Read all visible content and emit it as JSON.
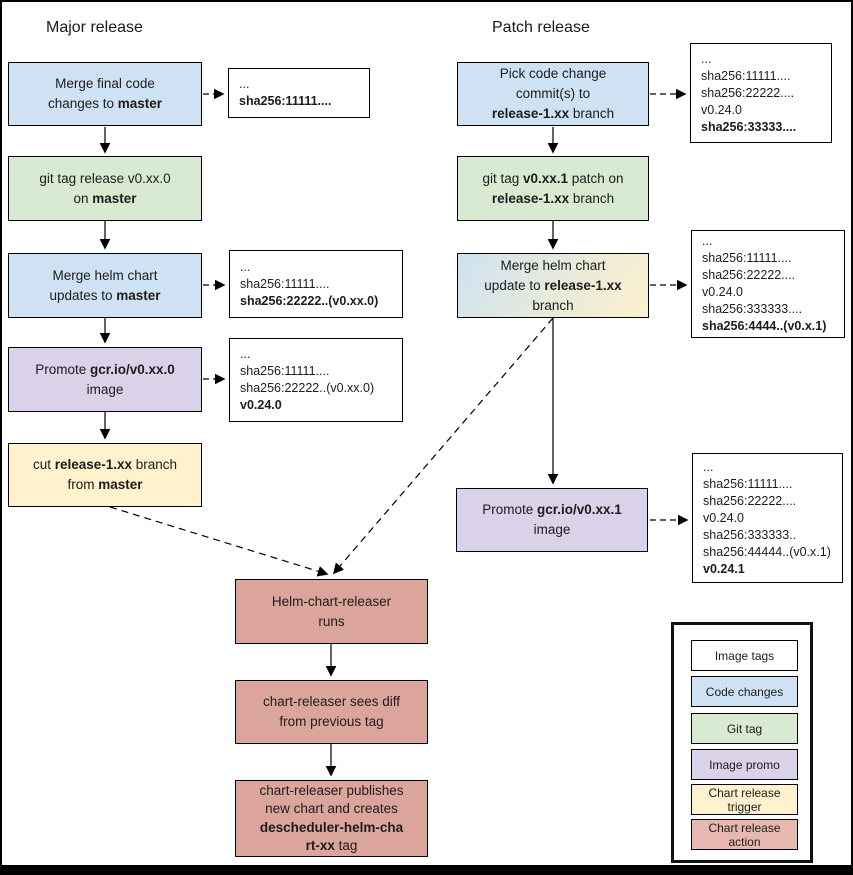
{
  "titles": {
    "major": "Major release",
    "patch": "Patch release"
  },
  "colors": {
    "image_tags": "#ffffff",
    "code_changes": "#cfe2f3",
    "git_tag": "#d9ead3",
    "image_promo": "#d9d2e9",
    "chart_release_trigger": "#fff2cc",
    "chart_release_action": "#dca59b",
    "legend_chart_release_action": "#e6b8af",
    "patch_helm_gradient": "linear-gradient(120deg, #cfe2f3 0%, #e4e9dd 45%, #fdf0cd 100%)",
    "line": "#000000"
  },
  "nodes": {
    "m1": {
      "l1a": "Merge final code",
      "l2a": "changes to ",
      "l2b": "master"
    },
    "m2": {
      "l1a": "git tag release v0.xx.0",
      "l2a": "on ",
      "l2b": "master"
    },
    "m3": {
      "l1a": "Merge helm chart",
      "l2a": "updates to ",
      "l2b": "master"
    },
    "m4": {
      "l1a": "Promote ",
      "l1b": "gcr.io/v0.xx.0",
      "l2a": "image"
    },
    "m5": {
      "l1a": "cut ",
      "l1b": "release-1.xx",
      "l1c": " branch",
      "l2a": "from ",
      "l2b": "master"
    },
    "p1": {
      "l1a": "Pick code change",
      "l2a": "commit(s) to",
      "l3a": "release-1.xx",
      "l3b": " branch"
    },
    "p2": {
      "l1a": "git tag ",
      "l1b": "v0.xx.1",
      "l1c": " patch on",
      "l2a": "release-1.xx",
      "l2b": " branch"
    },
    "p3": {
      "l1a": "Merge helm chart",
      "l2a": "update to ",
      "l2b": "release-1.xx",
      "l3a": "branch"
    },
    "p4": {
      "l1a": "Promote ",
      "l1b": "gcr.io/v0.xx.1",
      "l2a": "image"
    },
    "c1": {
      "l1a": "Helm-chart-releaser",
      "l2a": "runs"
    },
    "c2": {
      "l1a": "chart-releaser sees diff",
      "l2a": "from previous tag"
    },
    "c3": {
      "l1a": "chart-releaser publishes",
      "l2a": "new chart and creates",
      "l3a": "descheduler-helm-cha",
      "l4a": "rt-xx",
      "l4b": " tag"
    }
  },
  "annotations": {
    "a1": {
      "lines": [
        "...",
        "sha256:11111...."
      ]
    },
    "a2": {
      "lines": [
        "...",
        "sha256:11111....",
        "sha256:22222..(v0.xx.0)"
      ]
    },
    "a3": {
      "lines": [
        "...",
        "sha256:11111....",
        "sha256:22222..(v0.xx.0)",
        "v0.24.0"
      ]
    },
    "pa1": {
      "lines": [
        "...",
        "sha256:11111....",
        "sha256:22222....",
        "v0.24.0",
        "sha256:33333...."
      ]
    },
    "pa2": {
      "lines": [
        "...",
        "sha256:11111....",
        "sha256:22222....",
        "v0.24.0",
        "sha256:333333....",
        "sha256:4444..(v0.x.1)"
      ]
    },
    "pa3": {
      "lines": [
        "...",
        "sha256:11111....",
        "sha256:22222....",
        "v0.24.0",
        "sha256:333333..",
        "sha256:44444..(v0.x.1)",
        "v0.24.1"
      ]
    }
  },
  "legend": {
    "items": [
      {
        "label": "Image tags"
      },
      {
        "label": "Code changes"
      },
      {
        "label": "Git tag"
      },
      {
        "label": "Image promo"
      },
      {
        "label": "Chart release trigger"
      },
      {
        "label": "Chart release action"
      }
    ]
  }
}
